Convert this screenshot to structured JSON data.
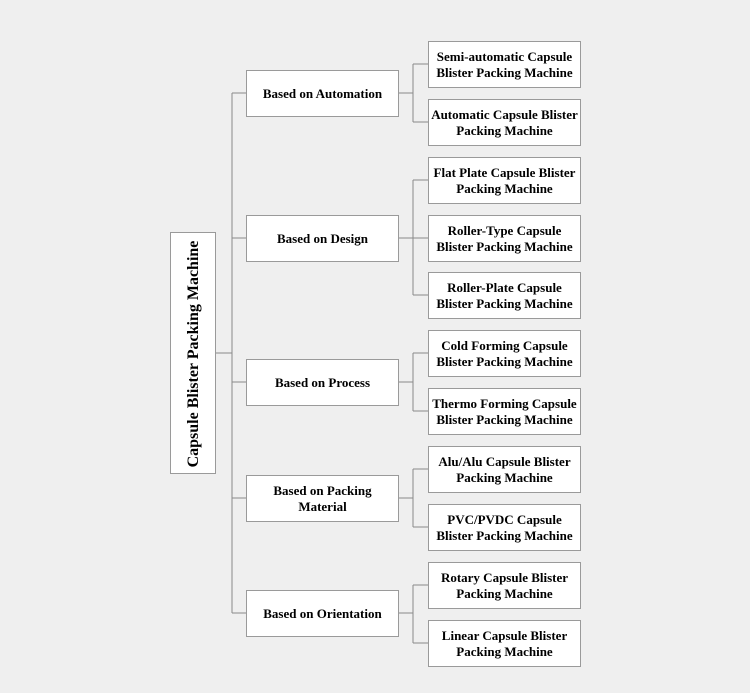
{
  "diagram": {
    "root": "Capsule Blister Packing Machine",
    "categories": [
      {
        "label": "Based on Automation",
        "children": [
          "Semi-automatic Capsule Blister Packing Machine",
          "Automatic Capsule Blister Packing Machine"
        ]
      },
      {
        "label": "Based on Design",
        "children": [
          "Flat Plate Capsule Blister Packing Machine",
          "Roller-Type Capsule Blister Packing Machine",
          "Roller-Plate Capsule Blister Packing Machine"
        ]
      },
      {
        "label": "Based on Process",
        "children": [
          "Cold Forming Capsule Blister Packing Machine",
          "Thermo Forming Capsule Blister Packing Machine"
        ]
      },
      {
        "label": "Based on Packing Material",
        "children": [
          "Alu/Alu Capsule Blister Packing Machine",
          "PVC/PVDC Capsule Blister Packing Machine"
        ]
      },
      {
        "label": "Based on Orientation",
        "children": [
          "Rotary Capsule Blister Packing Machine",
          "Linear Capsule Blister Packing Machine"
        ]
      }
    ]
  }
}
